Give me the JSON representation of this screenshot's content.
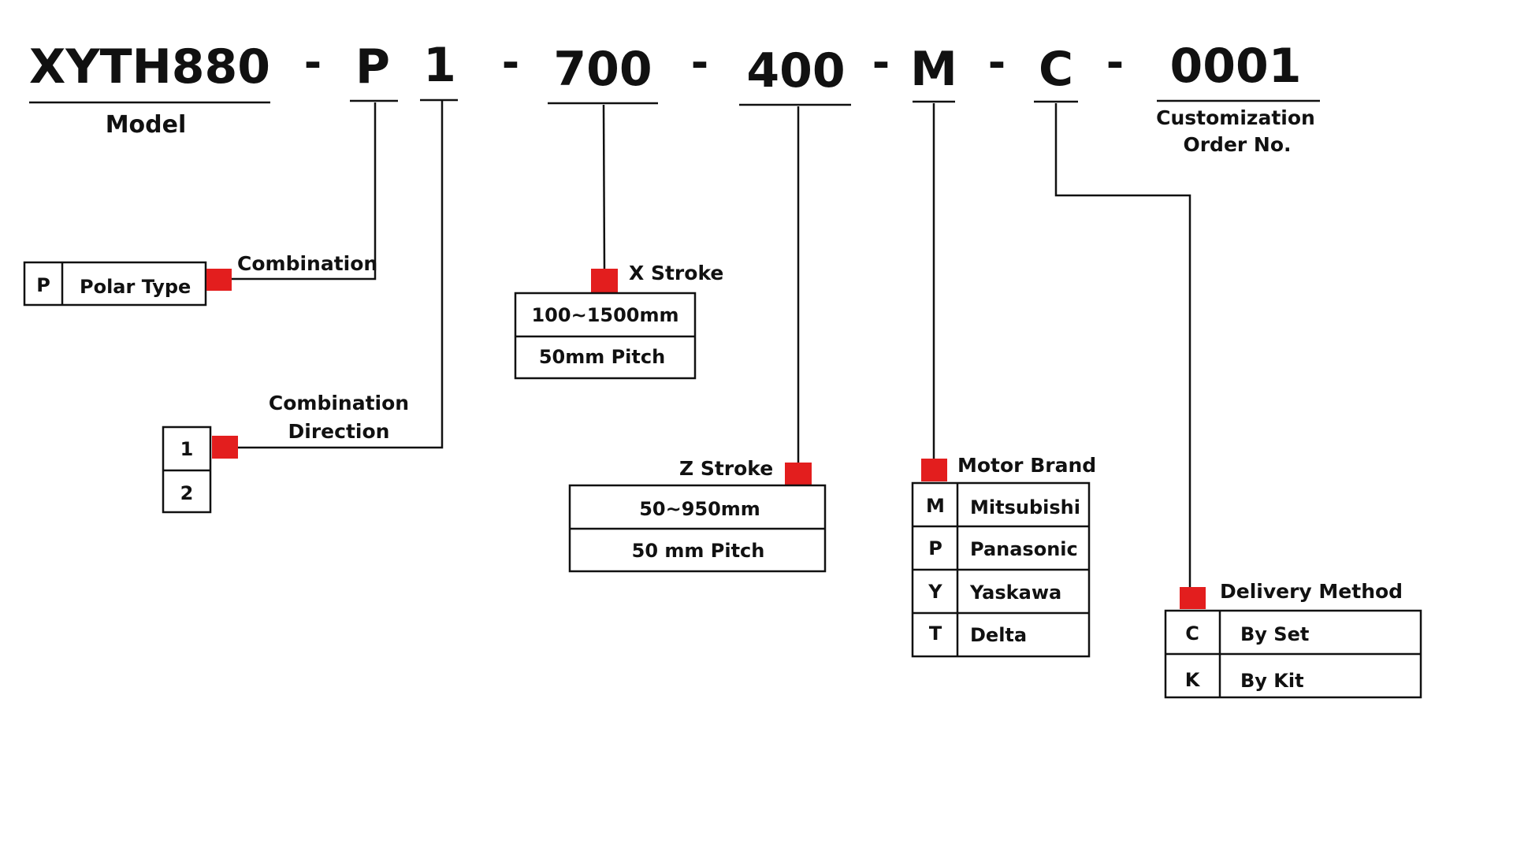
{
  "code": {
    "model": "XYTH880",
    "combination": "P",
    "direction": "1",
    "x_stroke": "700",
    "z_stroke": "400",
    "motor": "M",
    "delivery": "C",
    "order_no": "0001",
    "separator": "-"
  },
  "captions": {
    "model": "Model",
    "order_line1": "Customization",
    "order_line2": "Order No."
  },
  "combination": {
    "title": "Combination",
    "rows": [
      {
        "code": "P",
        "label": "Polar Type"
      }
    ]
  },
  "direction": {
    "title_line1": "Combination",
    "title_line2": "Direction",
    "rows": [
      "1",
      "2"
    ]
  },
  "x_stroke": {
    "title": "X Stroke",
    "rows": [
      "100~1500mm",
      "50mm Pitch"
    ]
  },
  "z_stroke": {
    "title": "Z Stroke",
    "rows": [
      "50~950mm",
      "50 mm Pitch"
    ]
  },
  "motor": {
    "title": "Motor Brand",
    "rows": [
      {
        "code": "M",
        "label": "Mitsubishi"
      },
      {
        "code": "P",
        "label": "Panasonic"
      },
      {
        "code": "Y",
        "label": "Yaskawa"
      },
      {
        "code": "T",
        "label": "Delta"
      }
    ]
  },
  "delivery": {
    "title": "Delivery Method",
    "rows": [
      {
        "code": "C",
        "label": "By Set"
      },
      {
        "code": "K",
        "label": "By Kit"
      }
    ]
  },
  "colors": {
    "marker": "#e31e1e",
    "line": "#111111"
  }
}
